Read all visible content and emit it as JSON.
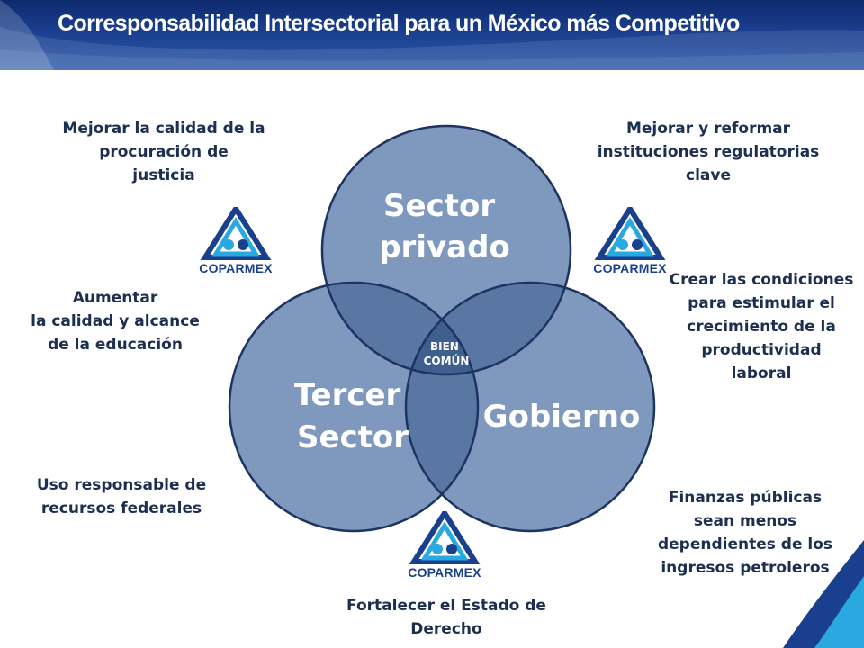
{
  "header": {
    "title": "Corresponsabilidad Intersectorial para un México más Competitivo"
  },
  "diagram": {
    "circles": [
      {
        "name": "Sector privado",
        "lines": [
          "Sector",
          "privado"
        ]
      },
      {
        "name": "Tercer Sector",
        "lines": [
          "Tercer",
          "Sector"
        ]
      },
      {
        "name": "Gobierno",
        "lines": [
          "Gobierno"
        ]
      }
    ],
    "center": {
      "lines": [
        "BIEN",
        "COMÚN"
      ]
    }
  },
  "labels": {
    "top_left": "Mejorar la calidad de la\nprocuración de\njusticia",
    "top_right": "Mejorar y reformar\ninstituciones regulatorias\nclave",
    "mid_left": "Aumentar\nla calidad y alcance\nde la educación",
    "mid_right": "Crear las condiciones\npara estimular el\ncrecimiento de la\nproductividad\nlaboral",
    "bottom_left": "Uso responsable de\nrecursos federales",
    "bottom_right": "Finanzas públicas\nsean menos\ndependientes de los\ningresos petroleros",
    "bottom_center": "Fortalecer el Estado de\nDerecho"
  },
  "logos": [
    {
      "name": "coparmex",
      "text": "COPARMEX"
    },
    {
      "name": "coparmex",
      "text": "COPARMEX"
    },
    {
      "name": "coparmex",
      "text": "COPARMEX"
    }
  ],
  "colors": {
    "header_dark": "#0d2a6e",
    "circle_fill": "#7f98bd",
    "circle_stroke": "#1d3461",
    "overlap_fill": "#4f6d9a",
    "center_fill": "#3f5f8f",
    "label_text": "#1d2f50",
    "logo_blue": "#1a3f8c",
    "logo_cyan": "#29a9e0"
  }
}
